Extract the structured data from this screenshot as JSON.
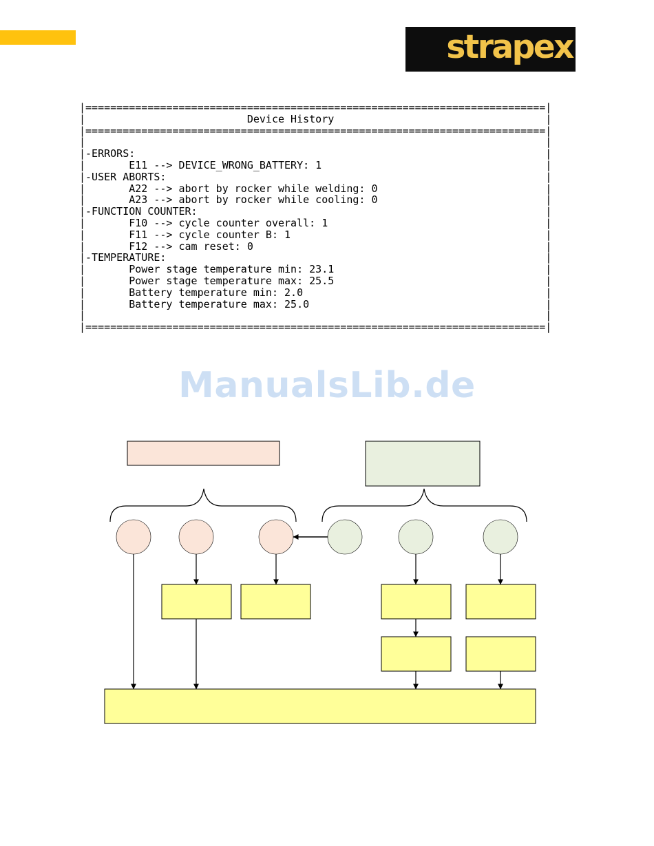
{
  "header": {
    "logo_text": "strapex",
    "accent_color": "#ffc20e",
    "logo_background": "#0d0d0d",
    "logo_text_color": "#f2c34a"
  },
  "device_history": {
    "title": "Device History",
    "sections": [
      {
        "heading": "-ERRORS:",
        "entries": [
          "E11 --> DEVICE_WRONG_BATTERY: 1"
        ]
      },
      {
        "heading": "-USER ABORTS:",
        "entries": [
          "A22 --> abort by rocker while welding: 0",
          "A23 --> abort by rocker while cooling: 0"
        ]
      },
      {
        "heading": "-FUNCTION COUNTER:",
        "entries": [
          "F10 --> cycle counter overall: 1",
          "F11 --> cycle counter B: 1",
          "F12 --> cam reset: 0"
        ]
      },
      {
        "heading": "-TEMPERATURE:",
        "entries": [
          "Power stage temperature min: 23.1",
          "Power stage temperature max: 25.5",
          "Battery temperature min: 2.0",
          "Battery temperature max: 25.0"
        ]
      }
    ]
  },
  "watermark": {
    "text": "ManualsLib.de",
    "color": "#cddff4"
  },
  "diagram": {
    "colors": {
      "peach_fill": "#fbe5d9",
      "green_fill": "#e9f0df",
      "yellow_fill": "#ffff99",
      "stroke": "#000000"
    }
  }
}
